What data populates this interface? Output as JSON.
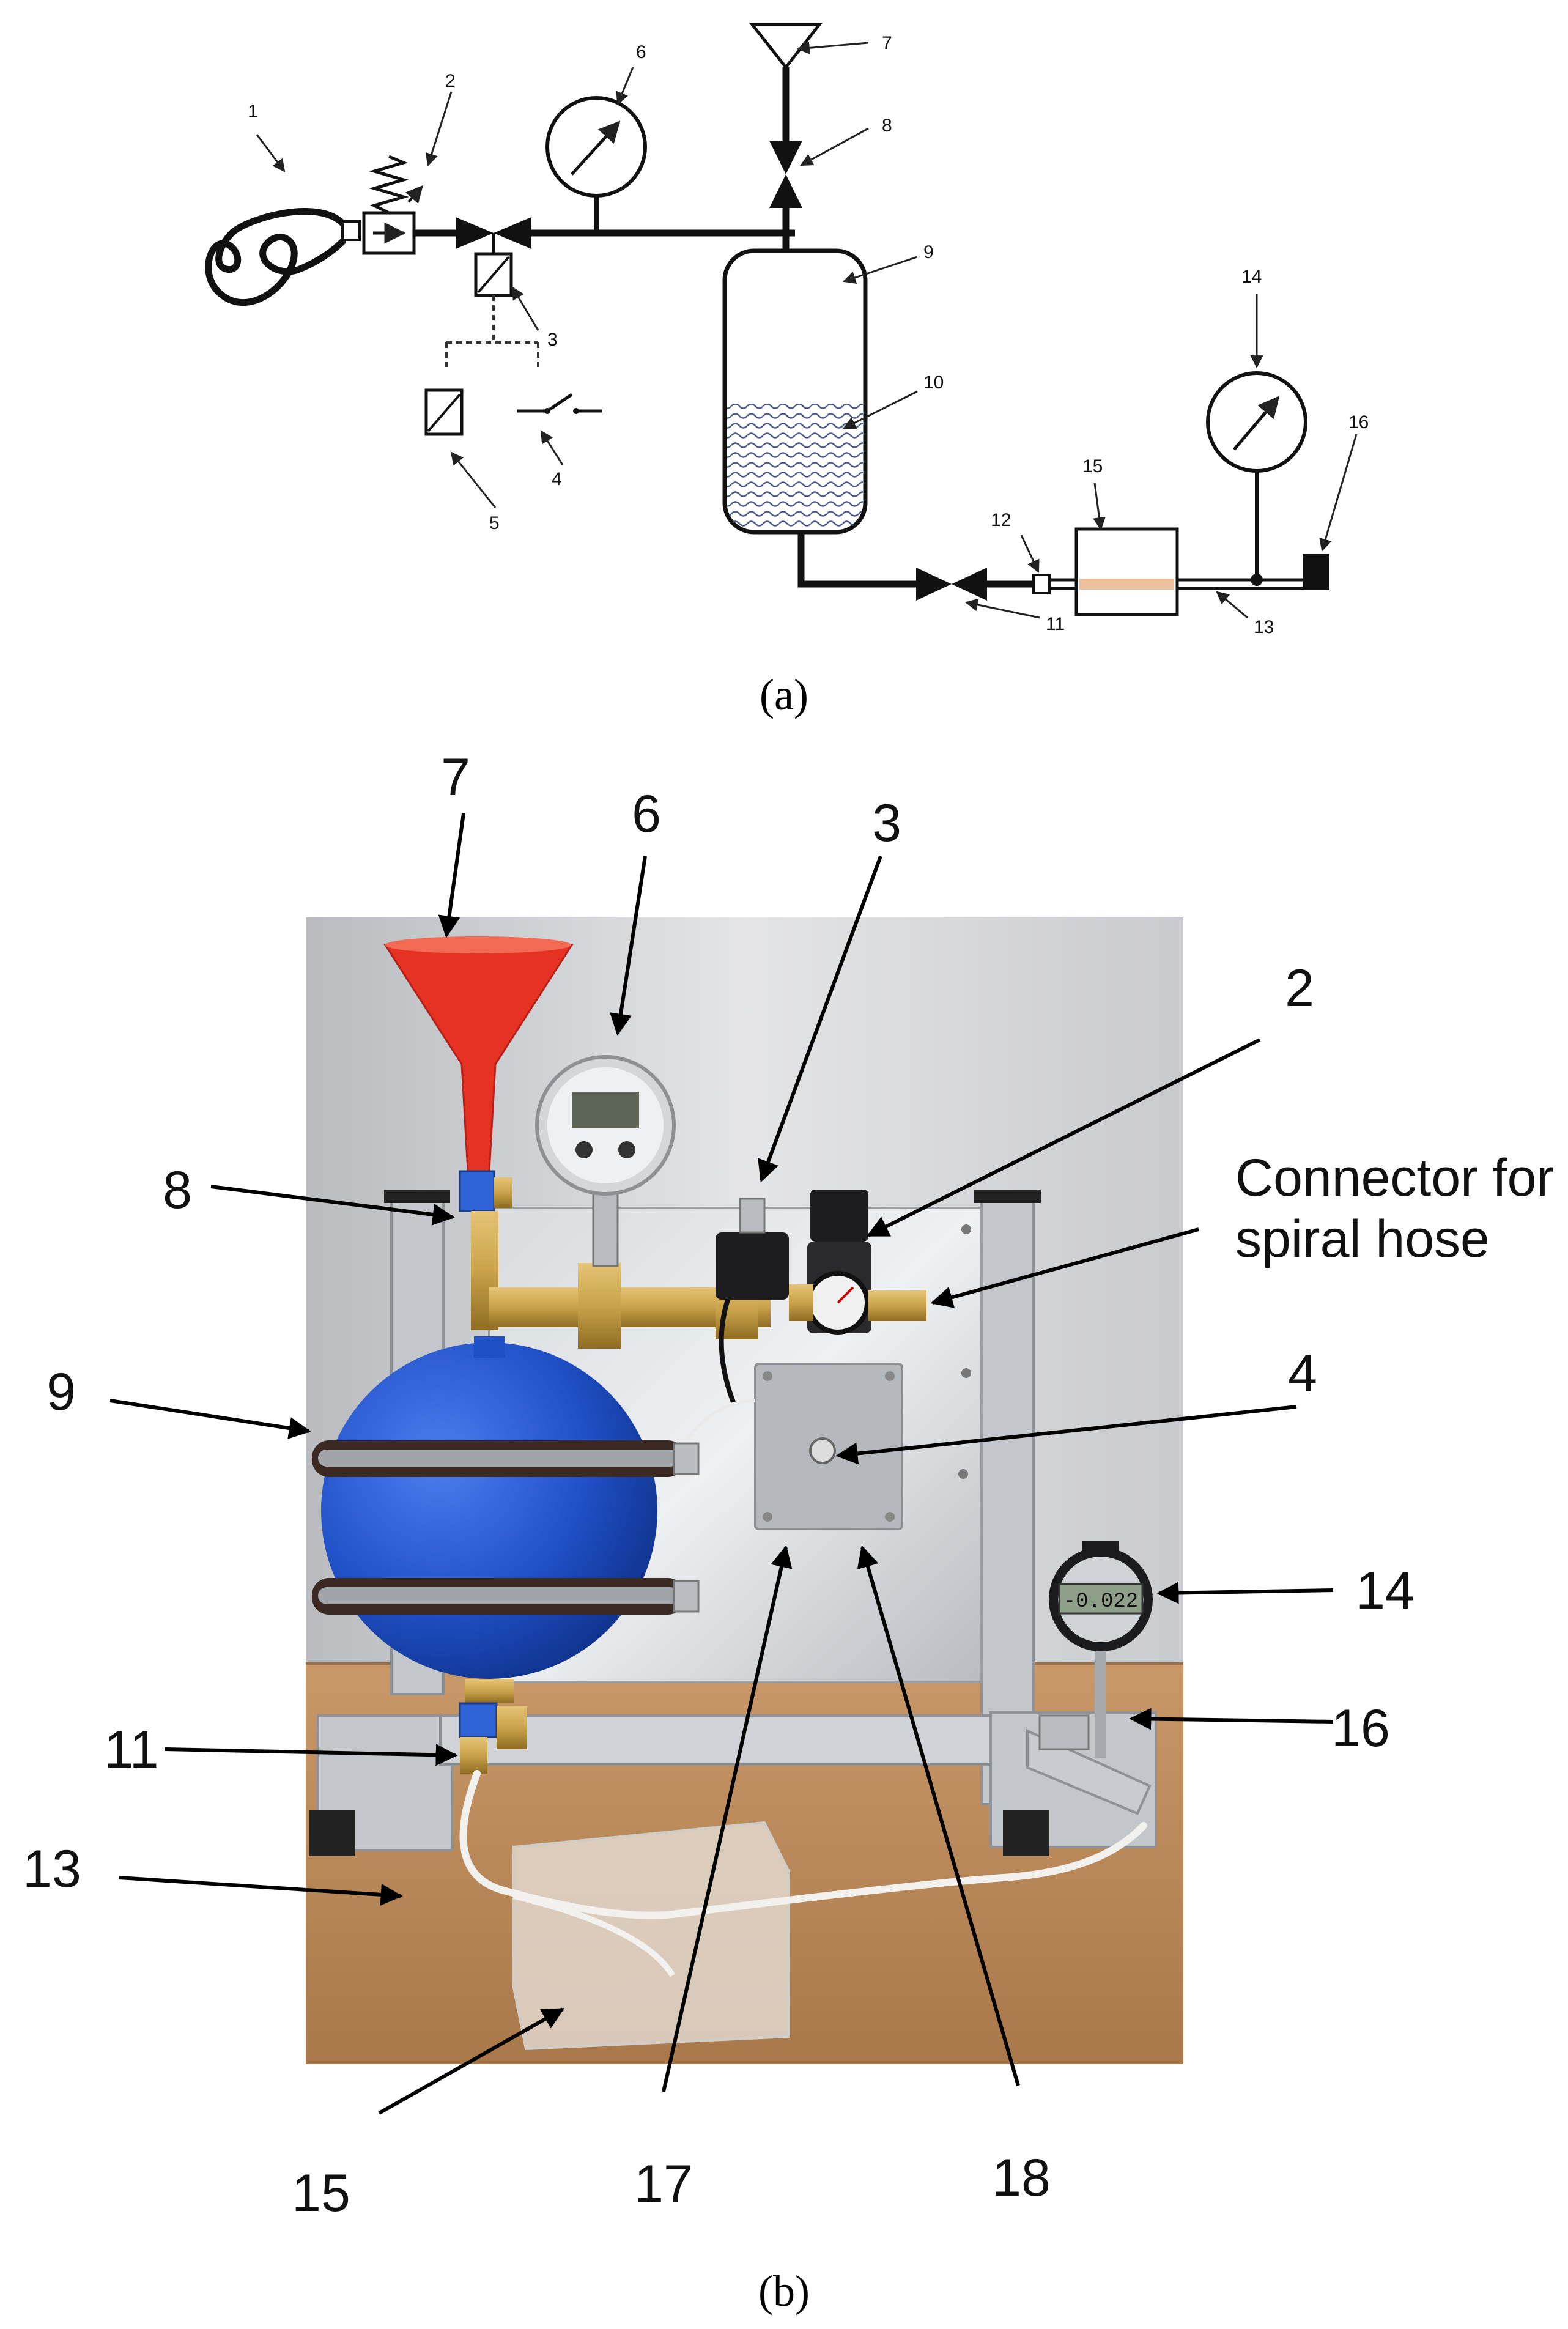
{
  "panel_a": {
    "caption": "(a)",
    "labels": {
      "n1": "1",
      "n2": "2",
      "n3": "3",
      "n4": "4",
      "n5": "5",
      "n6": "6",
      "n7": "7",
      "n8": "8",
      "n9": "9",
      "n10": "10",
      "n11": "11",
      "n12": "12",
      "n13": "13",
      "n14": "14",
      "n15": "15",
      "n16": "16"
    }
  },
  "panel_b": {
    "caption": "(b)",
    "labels": {
      "n2": "2",
      "n3": "3",
      "n4": "4",
      "n6": "6",
      "n7": "7",
      "n8": "8",
      "n9": "9",
      "n11": "11",
      "n13": "13",
      "n14": "14",
      "n15": "15",
      "n16": "16",
      "n17": "17",
      "n18": "18"
    },
    "connector_line1": "Connector for",
    "connector_line2": "spiral hose",
    "gauge_reading": "-0.022"
  },
  "colors": {
    "funnel": "#e53222",
    "vessel": "#1f4fc4",
    "brass": "#c9a24a",
    "aluminium": "#c8cbd0",
    "wall": "#d9dadd",
    "table": "#b98a5a"
  }
}
